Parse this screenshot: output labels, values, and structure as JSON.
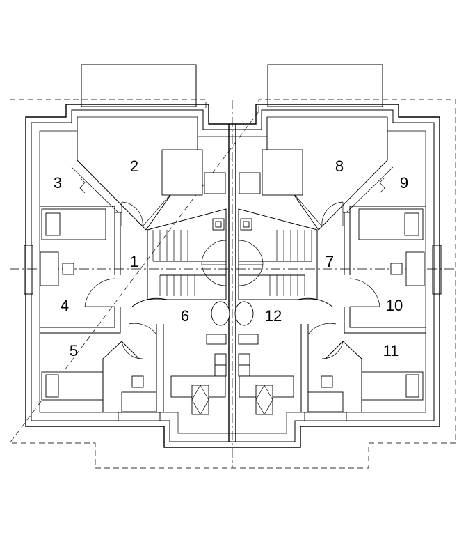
{
  "rooms": [
    {
      "id": "1",
      "label": "1"
    },
    {
      "id": "2",
      "label": "2"
    },
    {
      "id": "3",
      "label": "3"
    },
    {
      "id": "4",
      "label": "4"
    },
    {
      "id": "5",
      "label": "5"
    },
    {
      "id": "6",
      "label": "6"
    },
    {
      "id": "7",
      "label": "7"
    },
    {
      "id": "8",
      "label": "8"
    },
    {
      "id": "9",
      "label": "9"
    },
    {
      "id": "10",
      "label": "10"
    },
    {
      "id": "11",
      "label": "11"
    },
    {
      "id": "12",
      "label": "12"
    }
  ],
  "colors": {
    "line": "#000000",
    "background": "#ffffff"
  }
}
